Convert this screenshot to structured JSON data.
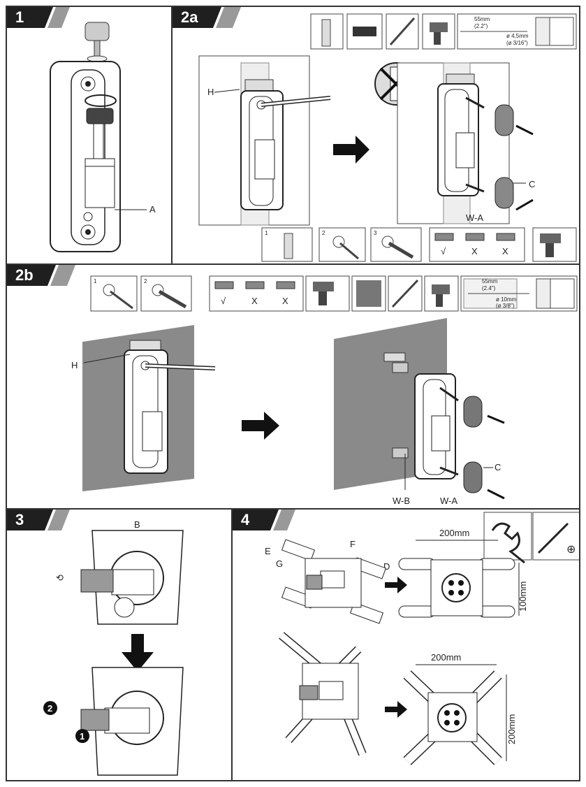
{
  "steps": {
    "s1": "1",
    "s2a": "2a",
    "s2b": "2b",
    "s3": "3",
    "s4": "4"
  },
  "labels": {
    "A": "A",
    "H": "H",
    "C": "C",
    "WA": "W-A",
    "WB": "W-B",
    "B": "B",
    "D": "D",
    "E": "E",
    "F": "F",
    "G": "G"
  },
  "tools_2a": {
    "depth": "55mm",
    "depth_in": "(2.2\")",
    "dia": "ø 4,5mm",
    "dia_in": "(ø 3/16\")"
  },
  "tools_2b": {
    "depth": "55mm",
    "depth_in": "(2.4\")",
    "dia": "ø 10mm",
    "dia_in": "(ø 3/8\")"
  },
  "seq_numbers": [
    "1",
    "2",
    "3"
  ],
  "level_marks": [
    "√",
    "X",
    "X"
  ],
  "step3_badges": [
    "2",
    "1"
  ],
  "dims_4": {
    "top_w": "200mm",
    "top_h": "100mm",
    "bottom_w": "200mm",
    "bottom_h": "200mm"
  },
  "colors": {
    "tag_bg": "#1f1f1f",
    "wall_gray": "#8a8a8a",
    "drywall": "#e8e8e8"
  }
}
